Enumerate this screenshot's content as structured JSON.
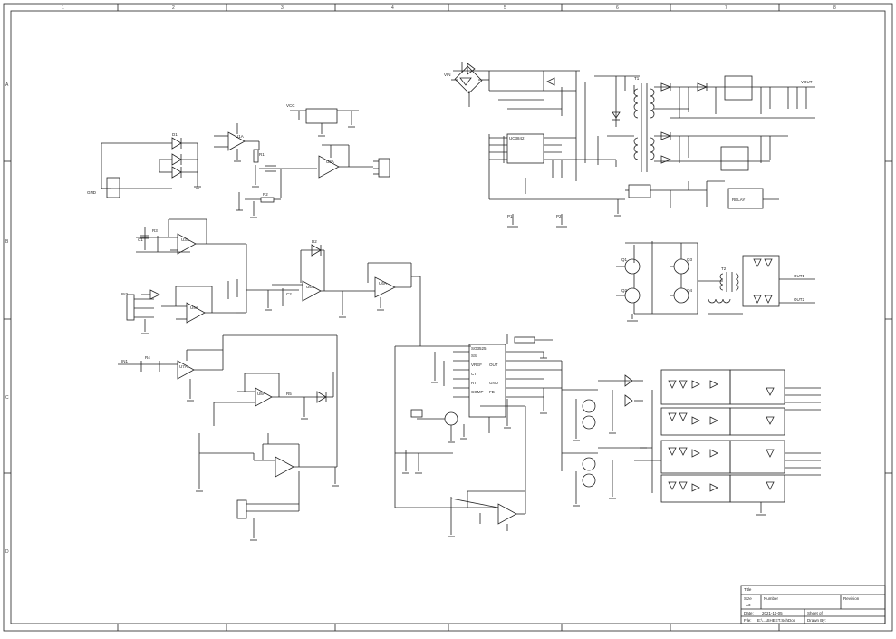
{
  "border": {
    "columns": [
      "1",
      "2",
      "3",
      "4",
      "5",
      "6",
      "7",
      "8"
    ],
    "rows": [
      "A",
      "B",
      "C",
      "D"
    ]
  },
  "title_block": {
    "title_label": "Title",
    "size_label": "Size",
    "size_value": "A3",
    "number_label": "Number",
    "revision_label": "Revision",
    "date_label": "Date:",
    "date_value": "2021-11-05",
    "file_label": "File:",
    "file_value": "E:\\...\\SHEET.SchDoc",
    "sheet_label": "Sheet of",
    "drawn_label": "Drawn By:"
  },
  "labels": {
    "r1": "R1",
    "r2": "R2",
    "r3": "R3",
    "r4": "R4",
    "r5": "R5",
    "u1": "U1A",
    "u2": "U2A",
    "u3": "U3A",
    "u4": "U4A",
    "u5": "U5A",
    "u6": "U6A",
    "u7": "U7A",
    "u8": "U8A",
    "c1": "C1",
    "c2": "C2",
    "d1": "D1",
    "d2": "D2",
    "q1": "Q1",
    "q2": "Q2",
    "q3": "Q3",
    "q4": "Q4",
    "t1": "T1",
    "t2": "T2",
    "gnd": "GND",
    "vcc": "VCC",
    "p1": "P1",
    "p2": "P2",
    "ic1": "UC3842",
    "ic2": "SG3525",
    "vin": "VIN",
    "vout": "VOUT",
    "out1": "OUT1",
    "out2": "OUT2",
    "in1": "IN1",
    "in2": "IN2",
    "rly": "RELAY",
    "pin_ss": "SS",
    "pin_vref": "VREF",
    "pin_gnd": "GND",
    "pin_out": "OUT",
    "pin_ct": "CT",
    "pin_rt": "RT",
    "pin_comp": "COMP",
    "pin_fb": "FB"
  }
}
